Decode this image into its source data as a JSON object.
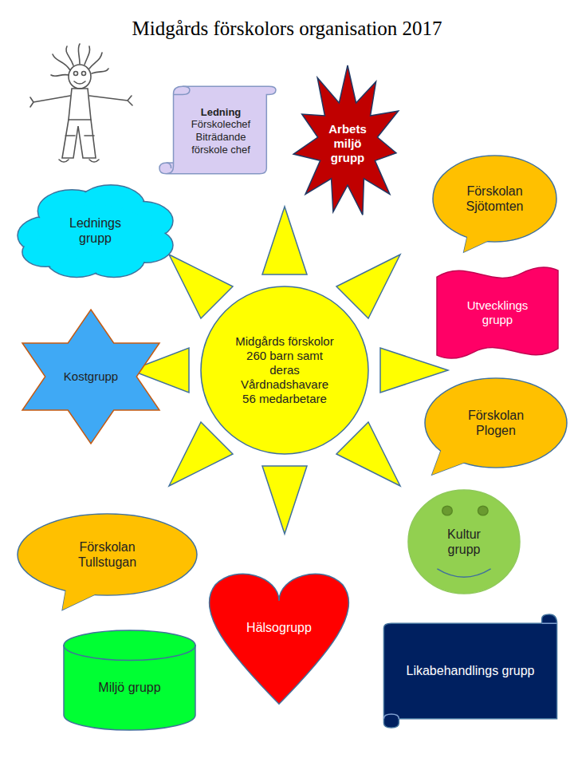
{
  "diagram": {
    "title": "Midgårds förskolors organisation 2017",
    "nodes": [
      {
        "text": [
          "Ledning",
          "Förskolechef Biträdande förskole chef"
        ]
      },
      {
        "text": [
          "Arbets miljö grupp"
        ]
      },
      {
        "text": [
          "Förskolan Sjötomten"
        ]
      },
      {
        "text": [
          "Lednings grupp"
        ]
      },
      {
        "text": [
          "Utvecklings grupp"
        ]
      },
      {
        "text": [
          "Kostgrupp"
        ]
      },
      {
        "text": [
          "Midgårds förskolor 260 barn samt deras Vårdnadshavare 56 medarbetare"
        ]
      },
      {
        "text": [
          "Förskolan Plogen"
        ]
      },
      {
        "text": [
          "Kultur grupp"
        ]
      },
      {
        "text": [
          "Förskolan Tullstugan"
        ]
      },
      {
        "text": [
          "Hälsogrupp"
        ]
      },
      {
        "text": [
          "Miljö grupp"
        ]
      },
      {
        "text": [
          "Likabehandlings grupp"
        ]
      }
    ],
    "edges": []
  }
}
